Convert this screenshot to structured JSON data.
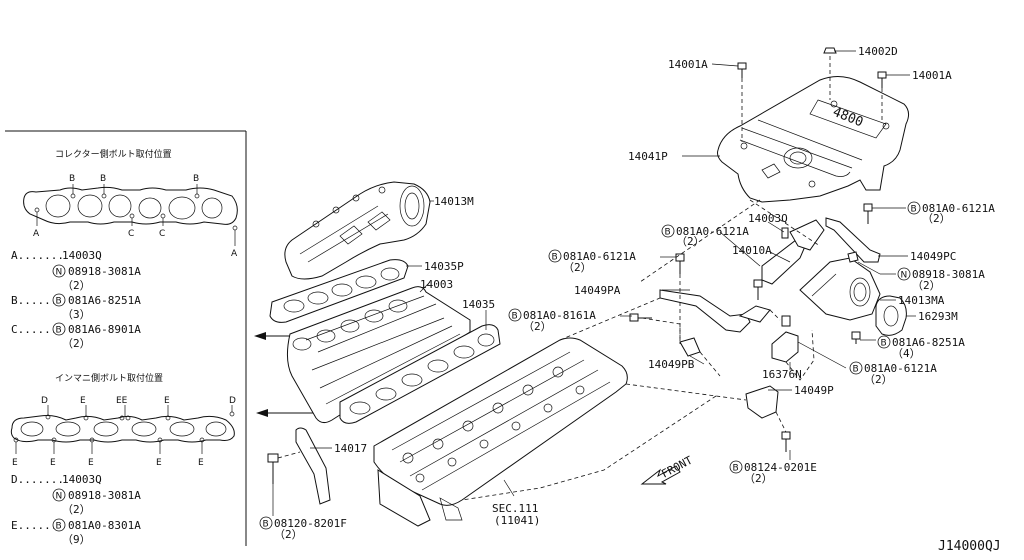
{
  "diagram_id": "J14000QJ",
  "legend": {
    "collector_title": "コレクター側ボルト取付位置",
    "intake_title": "インマニ側ボルト取付位置",
    "top_letters": {
      "a": "A",
      "b": "B",
      "c": "C"
    },
    "bottom_letters": {
      "d": "D",
      "e": "E",
      "ee": "EE"
    },
    "rows": [
      {
        "key": "A",
        "dots": "A.......",
        "part": "14003Q",
        "sym": "",
        "qty": ""
      },
      {
        "key": "A2",
        "dots": "",
        "part": "08918-3081A",
        "sym": "N",
        "qty": "（2）"
      },
      {
        "key": "B",
        "dots": "B.......",
        "part": "081A6-8251A",
        "sym": "B",
        "qty": "（3）"
      },
      {
        "key": "C",
        "dots": "C.......",
        "part": "081A6-8901A",
        "sym": "B",
        "qty": "（2）"
      },
      {
        "key": "D",
        "dots": "D.......",
        "part": "14003Q",
        "sym": "",
        "qty": ""
      },
      {
        "key": "D2",
        "dots": "",
        "part": "08918-3081A",
        "sym": "N",
        "qty": "（2）"
      },
      {
        "key": "E",
        "dots": "E.......",
        "part": "081A0-8301A",
        "sym": "B",
        "qty": "（9）"
      }
    ]
  },
  "callouts": {
    "p14001A_1": "14001A",
    "p14002D": "14002D",
    "p14001A_2": "14001A",
    "p14041P": "14041P",
    "p081A0_6121A_r": "081A0-6121A",
    "p081A0_6121A_r_q": "（2）",
    "p14003Q": "14003Q",
    "p081A0_6121A_m": "081A0-6121A",
    "p081A0_6121A_m_q": "（2）",
    "p14010A": "14010A",
    "p14049PC": "14049PC",
    "p081A0_6121A_l": "081A0-6121A",
    "p081A0_6121A_l_q": "（2）",
    "p08918_3081A": "08918-3081A",
    "p08918_3081A_q": "（2）",
    "p14049PA": "14049PA",
    "p14013MA": "14013MA",
    "p081A0_8161A": "081A0-8161A",
    "p081A0_8161A_q": "（2）",
    "p16293M": "16293M",
    "p081A6_8251A": "081A6-8251A",
    "p081A6_8251A_q": "（4）",
    "p14049PB": "14049PB",
    "p081A0_6121A_b": "081A0-6121A",
    "p081A0_6121A_b_q": "（2）",
    "p16376N": "16376N",
    "p14049P": "14049P",
    "p14013M": "14013M",
    "p14035P": "14035P",
    "p14003": "14003",
    "p14035": "14035",
    "p14017": "14017",
    "p08120_8201F": "08120-8201F",
    "p08120_8201F_q": "（2）",
    "p08124_0201E": "08124-0201E",
    "p08124_0201E_q": "（2）",
    "sec": "SEC.111",
    "sec_sub": "(11041)",
    "front": "FRONT",
    "cover_badge": "4800"
  },
  "symbols": {
    "bolt": "B",
    "nut": "N"
  }
}
